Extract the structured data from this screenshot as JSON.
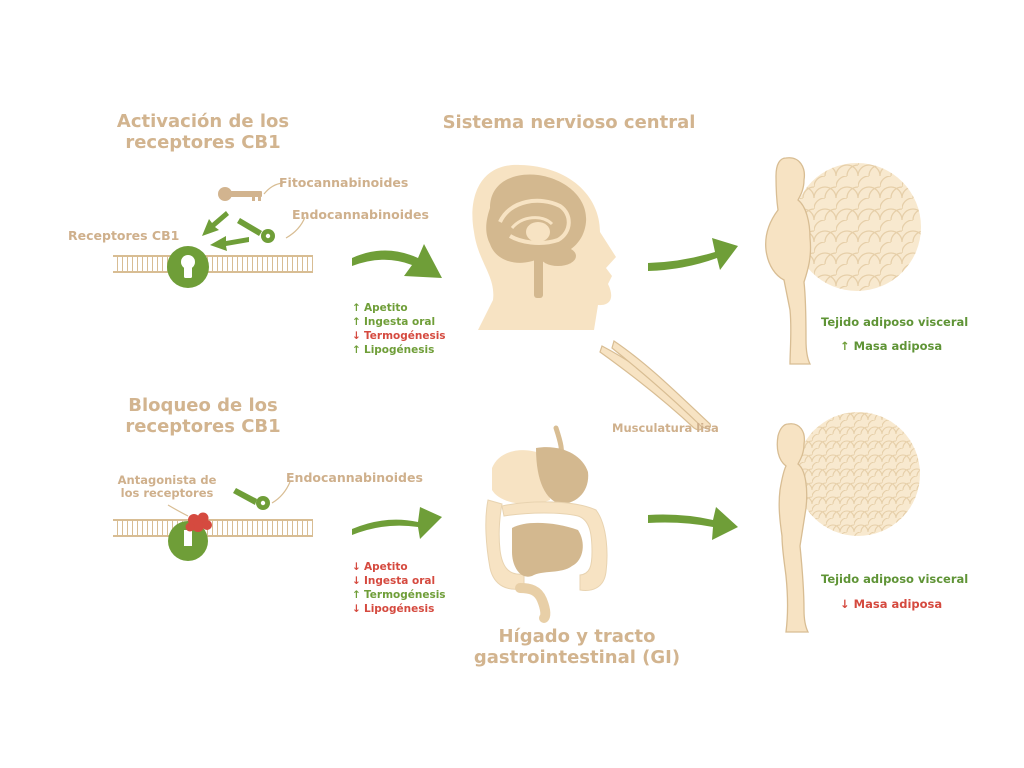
{
  "colors": {
    "tan": "#d2b48f",
    "skin": "#f7e3c3",
    "outline": "#d8bd93",
    "green": "#6f9e38",
    "red": "#d54a3f",
    "brain": "#d3b88f"
  },
  "activation": {
    "title_line1": "Activación de los",
    "title_line2": "receptores CB1",
    "phyto_label": "Fitocannabinoides",
    "endo_label": "Endocannabinoides",
    "receptor_label": "Receptores CB1",
    "effects": [
      {
        "arrow": "up",
        "text": "Apetito"
      },
      {
        "arrow": "up",
        "text": "Ingesta oral"
      },
      {
        "arrow": "down",
        "text": "Termogénesis"
      },
      {
        "arrow": "up",
        "text": "Lipogénesis"
      }
    ]
  },
  "blockade": {
    "title_line1": "Bloqueo de los",
    "title_line2": "receptores CB1",
    "antagonist_line1": "Antagonista de",
    "antagonist_line2": "los receptores",
    "endo_label": "Endocannabinoides",
    "effects": [
      {
        "arrow": "down",
        "text": "Apetito"
      },
      {
        "arrow": "down",
        "text": "Ingesta oral"
      },
      {
        "arrow": "up",
        "text": "Termogénesis"
      },
      {
        "arrow": "down",
        "text": "Lipogénesis"
      }
    ]
  },
  "cns": {
    "title": "Sistema nervioso central"
  },
  "muscle": {
    "label": "Musculatura lisa"
  },
  "gi": {
    "title_line1": "Hígado y tracto",
    "title_line2": "gastrointestinal (GI)"
  },
  "outcome_top": {
    "tissue": "Tejido adiposo visceral",
    "arrow": "up",
    "mass": "Masa adiposa"
  },
  "outcome_bottom": {
    "tissue": "Tejido adiposo visceral",
    "arrow": "down",
    "mass": "Masa adiposa"
  },
  "icons": {
    "up": "↑",
    "down": "↓"
  }
}
